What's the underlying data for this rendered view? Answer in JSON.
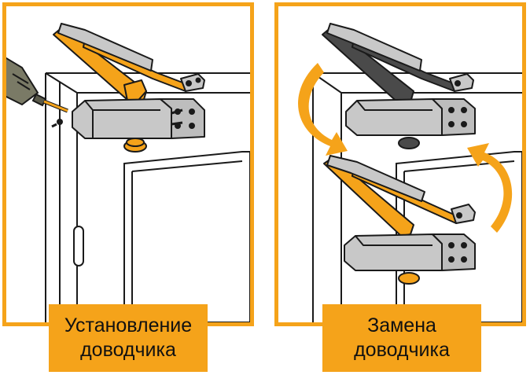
{
  "captions": {
    "install": {
      "line1": "Установление",
      "line2": "доводчика"
    },
    "replace": {
      "line1": "Замена",
      "line2": "доводчика"
    }
  },
  "colors": {
    "frame_orange": "#f5a31a",
    "arm_orange": "#f5a31a",
    "closer_gray": "#c8c8c8",
    "outline": "#1a1a1a"
  },
  "icons": [
    "drill-icon",
    "rotate-arrow-icon"
  ]
}
